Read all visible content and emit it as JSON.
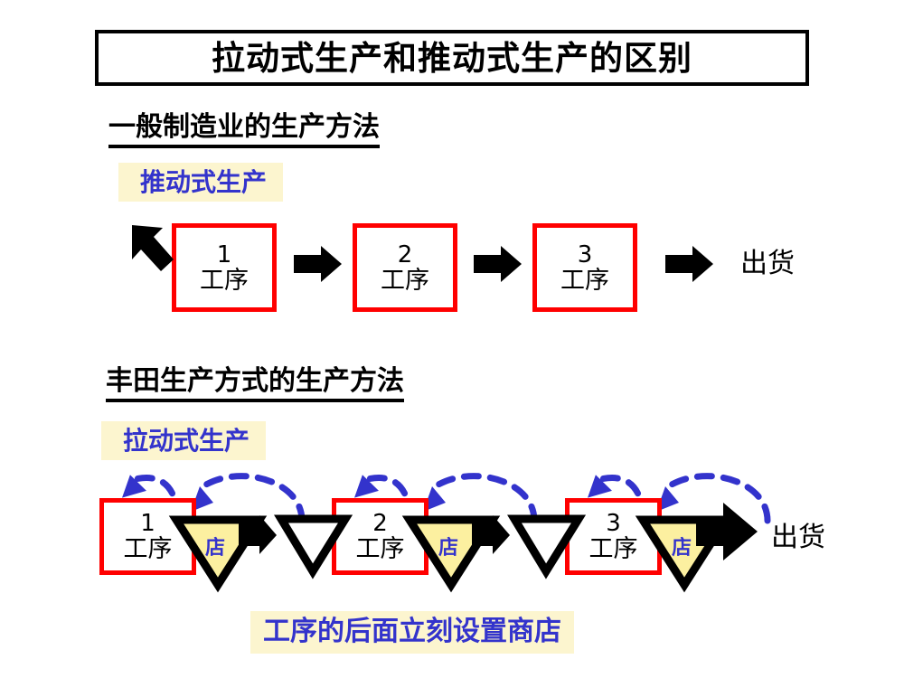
{
  "slide": {
    "title": "拉动式生产和推动式生产的区别",
    "background_color": "#ffffff"
  },
  "colors": {
    "process_box_border": "#ff0000",
    "highlight_background": "#fcf5cf",
    "highlight_text": "#3333cc",
    "store_fill": "#fcf0a0",
    "arrow_black": "#000000",
    "pull_arrow_blue": "#3333cc"
  },
  "sections": [
    {
      "id": "push",
      "heading": "一般制造业的生产方法",
      "mode_label": "推动式生产",
      "flow": {
        "inbound_arrow": "diagonal-block-arrow",
        "steps": [
          {
            "number": "1",
            "name": "工序"
          },
          {
            "number": "2",
            "name": "工序"
          },
          {
            "number": "3",
            "name": "工序"
          }
        ],
        "connector": "block-arrow-right",
        "output_label": "出货"
      }
    },
    {
      "id": "pull",
      "heading": "丰田生产方式的生产方法",
      "mode_label": "拉动式生产",
      "flow": {
        "steps": [
          {
            "number": "1",
            "name": "工序",
            "store_label": "店"
          },
          {
            "number": "2",
            "name": "工序",
            "store_label": "店"
          },
          {
            "number": "3",
            "name": "工序",
            "store_label": "店"
          }
        ],
        "withdrawal_marker": "empty-triangle",
        "pull_signal": "blue-dashed-curved-arrow",
        "output_label": "出货"
      },
      "caption": "工序的后面立刻设置商店"
    }
  ]
}
